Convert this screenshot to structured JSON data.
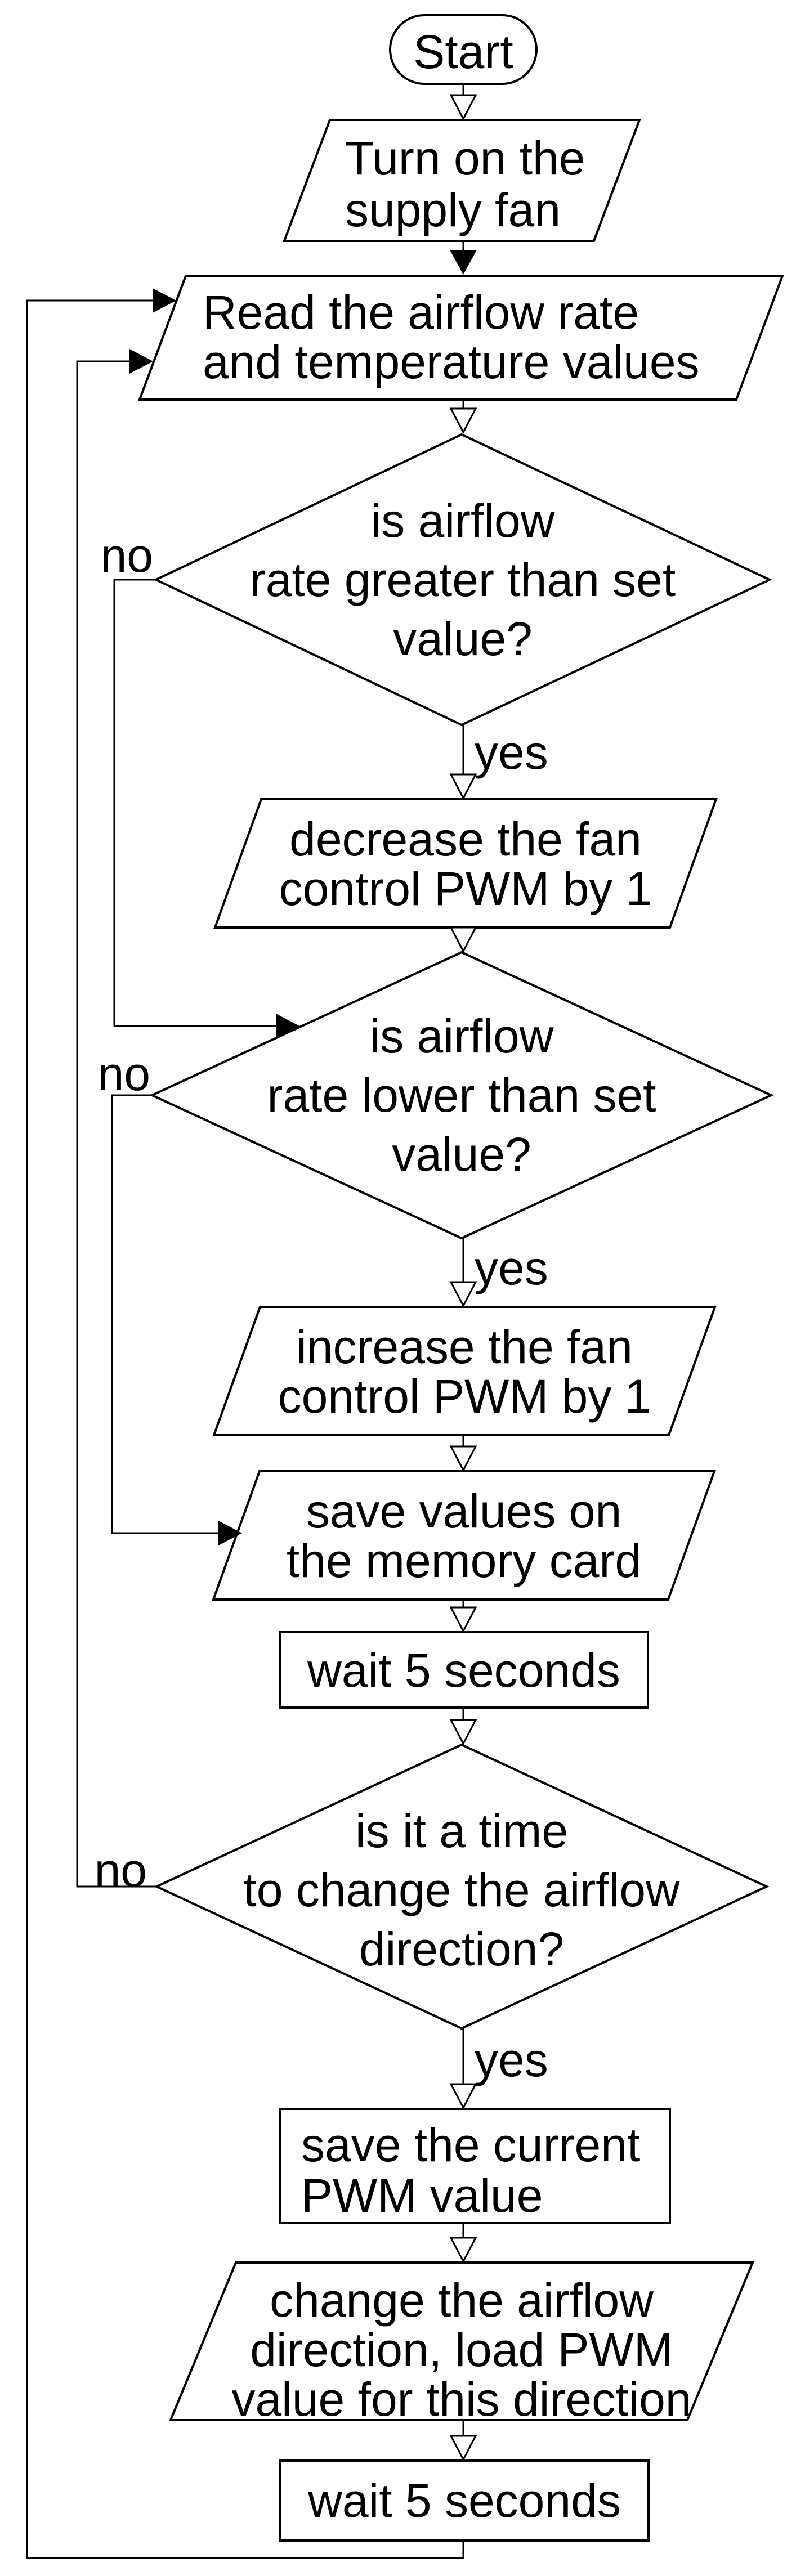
{
  "diagram": {
    "type": "flowchart",
    "colors": {
      "background": "#ffffff",
      "stroke": "#000000",
      "text": "#000000",
      "shape_fill": "#ffffff"
    },
    "nodes": {
      "start": {
        "shape": "terminator",
        "label": "Start"
      },
      "turn_on_fan": {
        "shape": "parallelogram",
        "label": "Turn on the\nsupply fan"
      },
      "read_values": {
        "shape": "parallelogram",
        "label": "Read the airflow rate\nand temperature values"
      },
      "check_greater": {
        "shape": "decision",
        "label": "is airflow\nrate greater than set\nvalue?"
      },
      "decrease_pwm": {
        "shape": "parallelogram",
        "label": "decrease the fan\ncontrol PWM by 1"
      },
      "check_lower": {
        "shape": "decision",
        "label": "is airflow\nrate lower than set\nvalue?"
      },
      "increase_pwm": {
        "shape": "parallelogram",
        "label": "increase the fan\ncontrol PWM by 1"
      },
      "save_values": {
        "shape": "parallelogram",
        "label": "save values on\nthe memory card"
      },
      "wait_1": {
        "shape": "process",
        "label": "wait 5 seconds"
      },
      "check_time": {
        "shape": "decision",
        "label": "is it a time\nto change the airflow\ndirection?"
      },
      "save_pwm": {
        "shape": "process",
        "label": "save the current\nPWM value"
      },
      "change_dir": {
        "shape": "parallelogram",
        "label": "change the airflow\ndirection, load PWM\nvalue for this direction"
      },
      "wait_2": {
        "shape": "process",
        "label": "wait 5 seconds"
      }
    },
    "edge_labels": {
      "greater_yes": "yes",
      "greater_no": "no",
      "lower_yes": "yes",
      "lower_no": "no",
      "time_yes": "yes",
      "time_no": "no"
    }
  }
}
